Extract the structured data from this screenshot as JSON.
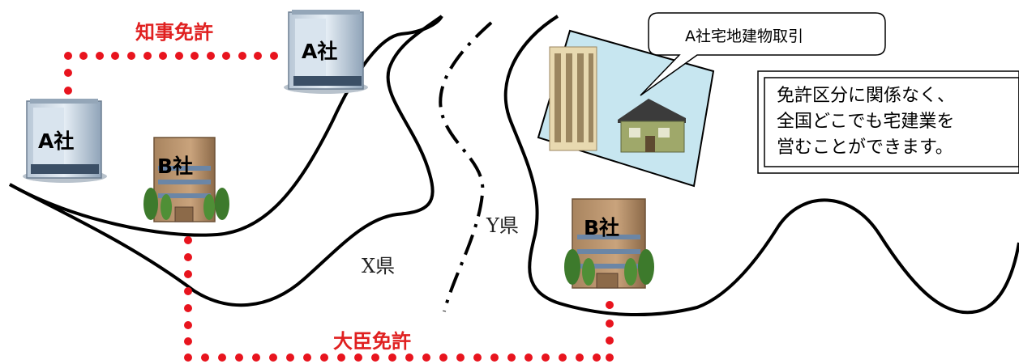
{
  "labels": {
    "governor_license": "知事免許",
    "minister_license": "大臣免許",
    "company_a": "A社",
    "company_b": "B社",
    "prefecture_x": "X県",
    "prefecture_y": "Y県"
  },
  "callout": "A社宅地建物取引",
  "note": {
    "lines": [
      "免許区分に関係なく、",
      "全国どこでも宅建業を",
      "営むことができます。"
    ]
  },
  "colors": {
    "license_dots": "#e8141e",
    "border_line": "#000000",
    "property_panel": "#c7e6f0"
  }
}
